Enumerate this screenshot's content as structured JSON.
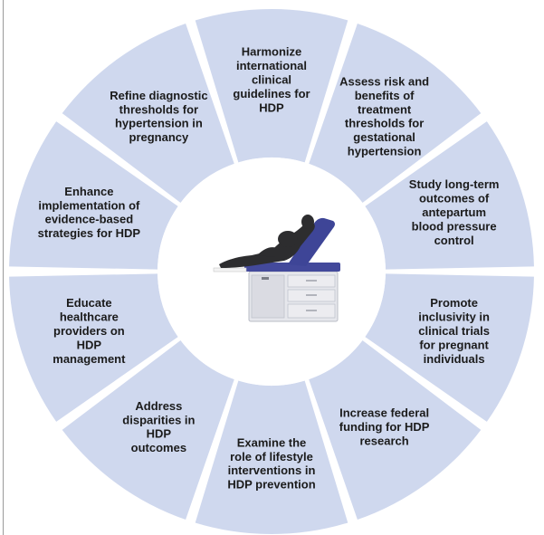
{
  "diagram": {
    "segment_color": "#cfd8ee",
    "divider_color": "#ffffff",
    "segments": [
      {
        "id": "harmonize",
        "lines": [
          "Harmonize",
          "international",
          "clinical",
          "guidelines for",
          "HDP"
        ]
      },
      {
        "id": "assess-risk",
        "lines": [
          "Assess risk and",
          "benefits of",
          "treatment",
          "thresholds for",
          "gestational",
          "hypertension"
        ]
      },
      {
        "id": "study-outcomes",
        "lines": [
          "Study long-term",
          "outcomes of",
          "antepartum",
          "blood pressure",
          "control"
        ]
      },
      {
        "id": "promote-inclusivity",
        "lines": [
          "Promote",
          "inclusivity in",
          "clinical trials",
          "for pregnant",
          "individuals"
        ]
      },
      {
        "id": "increase-funding",
        "lines": [
          "Increase federal",
          "funding for HDP",
          "research"
        ]
      },
      {
        "id": "examine-lifestyle",
        "lines": [
          "Examine the",
          "role of lifestyle",
          "interventions in",
          "HDP prevention"
        ]
      },
      {
        "id": "address-disparities",
        "lines": [
          "Address",
          "disparities in",
          "HDP",
          "outcomes"
        ]
      },
      {
        "id": "educate-providers",
        "lines": [
          "Educate",
          "healthcare",
          "providers on",
          "HDP",
          "management"
        ]
      },
      {
        "id": "enhance-implementation",
        "lines": [
          "Enhance",
          "implementation of",
          "evidence-based",
          "strategies for HDP"
        ]
      },
      {
        "id": "refine-thresholds",
        "lines": [
          "Refine diagnostic",
          "thresholds for",
          "hypertension in",
          "pregnancy"
        ]
      }
    ],
    "center_illustration": "exam-table-with-reclining-patient-icon"
  }
}
